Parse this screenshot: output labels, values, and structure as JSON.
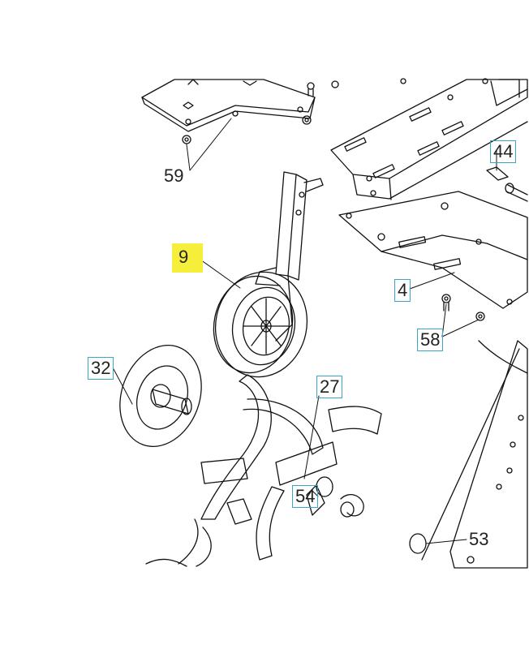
{
  "diagram": {
    "callouts": [
      {
        "id": "59",
        "label": "59",
        "style": "plain"
      },
      {
        "id": "9",
        "label": "9",
        "style": "highlighted"
      },
      {
        "id": "44",
        "label": "44",
        "style": "boxed"
      },
      {
        "id": "4",
        "label": "4",
        "style": "boxed"
      },
      {
        "id": "58",
        "label": "58",
        "style": "boxed"
      },
      {
        "id": "32",
        "label": "32",
        "style": "boxed"
      },
      {
        "id": "27",
        "label": "27",
        "style": "boxed"
      },
      {
        "id": "54",
        "label": "54",
        "style": "boxed"
      },
      {
        "id": "53",
        "label": "53",
        "style": "plain"
      }
    ],
    "colors": {
      "highlight": "#f5ee3b",
      "box_border": "#3aa6c8",
      "line": "#111111"
    }
  }
}
